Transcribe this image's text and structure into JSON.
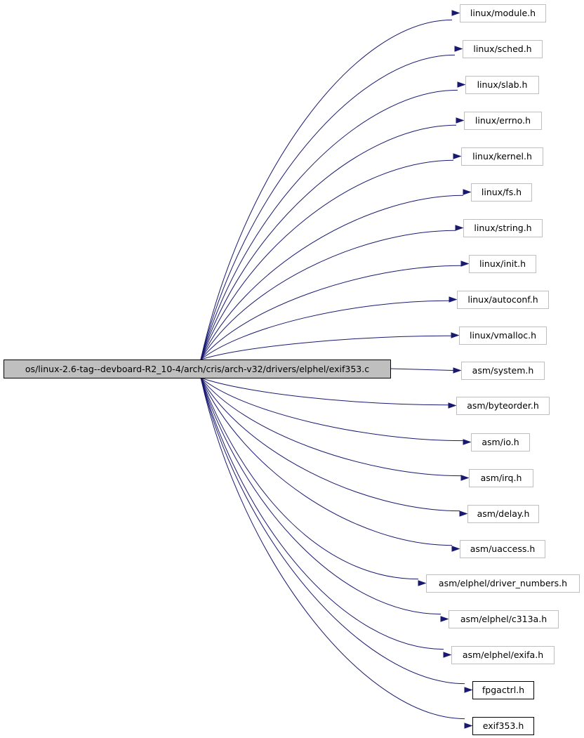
{
  "source": {
    "label": "os/linux-2.6-tag--devboard-R2_10-4/arch/cris/arch-v32/drivers/elphel/exif353.c"
  },
  "includes": [
    {
      "label": "linux/module.h",
      "kind": "external"
    },
    {
      "label": "linux/sched.h",
      "kind": "external"
    },
    {
      "label": "linux/slab.h",
      "kind": "external"
    },
    {
      "label": "linux/errno.h",
      "kind": "external"
    },
    {
      "label": "linux/kernel.h",
      "kind": "external"
    },
    {
      "label": "linux/fs.h",
      "kind": "external"
    },
    {
      "label": "linux/string.h",
      "kind": "external"
    },
    {
      "label": "linux/init.h",
      "kind": "external"
    },
    {
      "label": "linux/autoconf.h",
      "kind": "external"
    },
    {
      "label": "linux/vmalloc.h",
      "kind": "external"
    },
    {
      "label": "asm/system.h",
      "kind": "external"
    },
    {
      "label": "asm/byteorder.h",
      "kind": "external"
    },
    {
      "label": "asm/io.h",
      "kind": "external"
    },
    {
      "label": "asm/irq.h",
      "kind": "external"
    },
    {
      "label": "asm/delay.h",
      "kind": "external"
    },
    {
      "label": "asm/uaccess.h",
      "kind": "external"
    },
    {
      "label": "asm/elphel/driver_numbers.h",
      "kind": "external"
    },
    {
      "label": "asm/elphel/c313a.h",
      "kind": "external"
    },
    {
      "label": "asm/elphel/exifa.h",
      "kind": "external"
    },
    {
      "label": "fpgactrl.h",
      "kind": "local"
    },
    {
      "label": "exif353.h",
      "kind": "local"
    }
  ],
  "colors": {
    "edge": "#191970",
    "source_fill": "#bfbfbf",
    "external_border": "#bfbfbf",
    "local_border": "#000000"
  }
}
